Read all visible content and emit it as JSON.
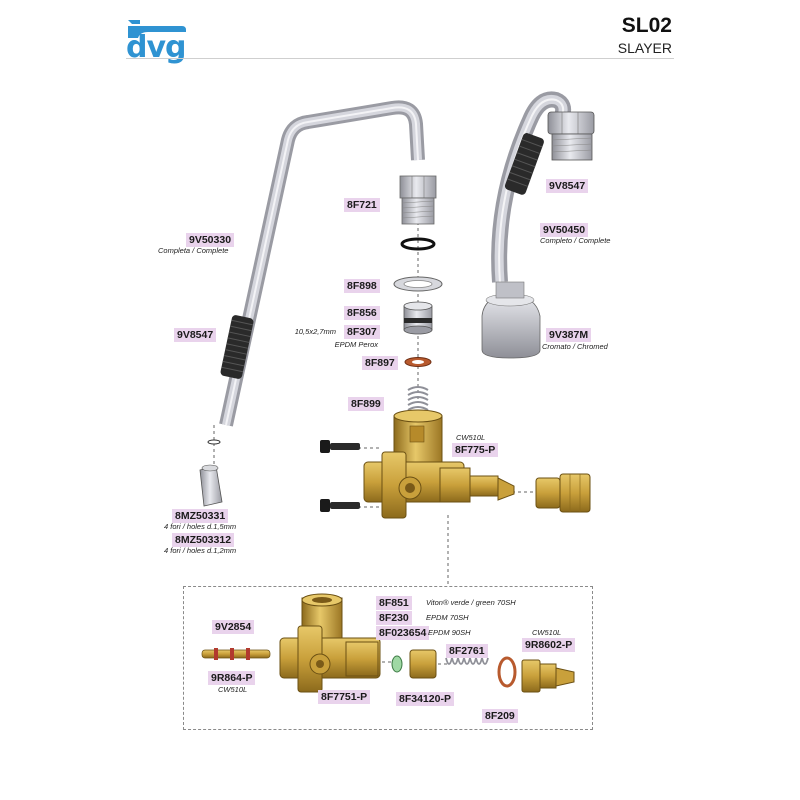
{
  "header": {
    "logo_text": "dvg",
    "model": "SL02",
    "brand": "SLAYER"
  },
  "colors": {
    "brass": "#c9a03b",
    "chrome": "#bfc0c7",
    "rubber": "#2a2a2a",
    "label_bg": "#e9d3ec",
    "logo": "#2f93d2"
  },
  "parts": [
    {
      "code": "8F721"
    },
    {
      "code": "8F898"
    },
    {
      "code": "8F856"
    },
    {
      "code": "8F307",
      "notes": [
        "EPDM Perox"
      ]
    },
    {
      "code": "8F897"
    },
    {
      "code": "8F899"
    },
    {
      "code": "8F775-P",
      "notes": [
        "CW510L"
      ]
    },
    {
      "code": "9V50330",
      "notes": [
        "Completa / Complete"
      ]
    },
    {
      "code": "9V8547"
    },
    {
      "code": "8MZ50331",
      "notes": [
        "4 fori / holes d.1,5mm"
      ]
    },
    {
      "code": "8MZ503312",
      "notes": [
        "4 fori / holes d.1,2mm"
      ]
    },
    {
      "code": "9V8547"
    },
    {
      "code": "9V50450",
      "notes": [
        "Completo / Complete"
      ]
    },
    {
      "code": "9V387M",
      "notes": [
        "Cromato / Chromed"
      ]
    }
  ],
  "dim_note": "10,5x2,7mm",
  "inset_parts": [
    {
      "code": "8F851",
      "notes": [
        "Viton® verde / green 70SH"
      ]
    },
    {
      "code": "8F230",
      "notes": [
        "EPDM 70SH"
      ]
    },
    {
      "code": "8F023654",
      "notes": [
        "EPDM 90SH"
      ]
    },
    {
      "code": "9V2854"
    },
    {
      "code": "9R864-P",
      "notes": [
        "CW510L"
      ]
    },
    {
      "code": "8F7751-P"
    },
    {
      "code": "8F34120-P"
    },
    {
      "code": "8F2761"
    },
    {
      "code": "8F209"
    },
    {
      "code": "9R8602-P",
      "notes": [
        "CW510L"
      ]
    }
  ]
}
